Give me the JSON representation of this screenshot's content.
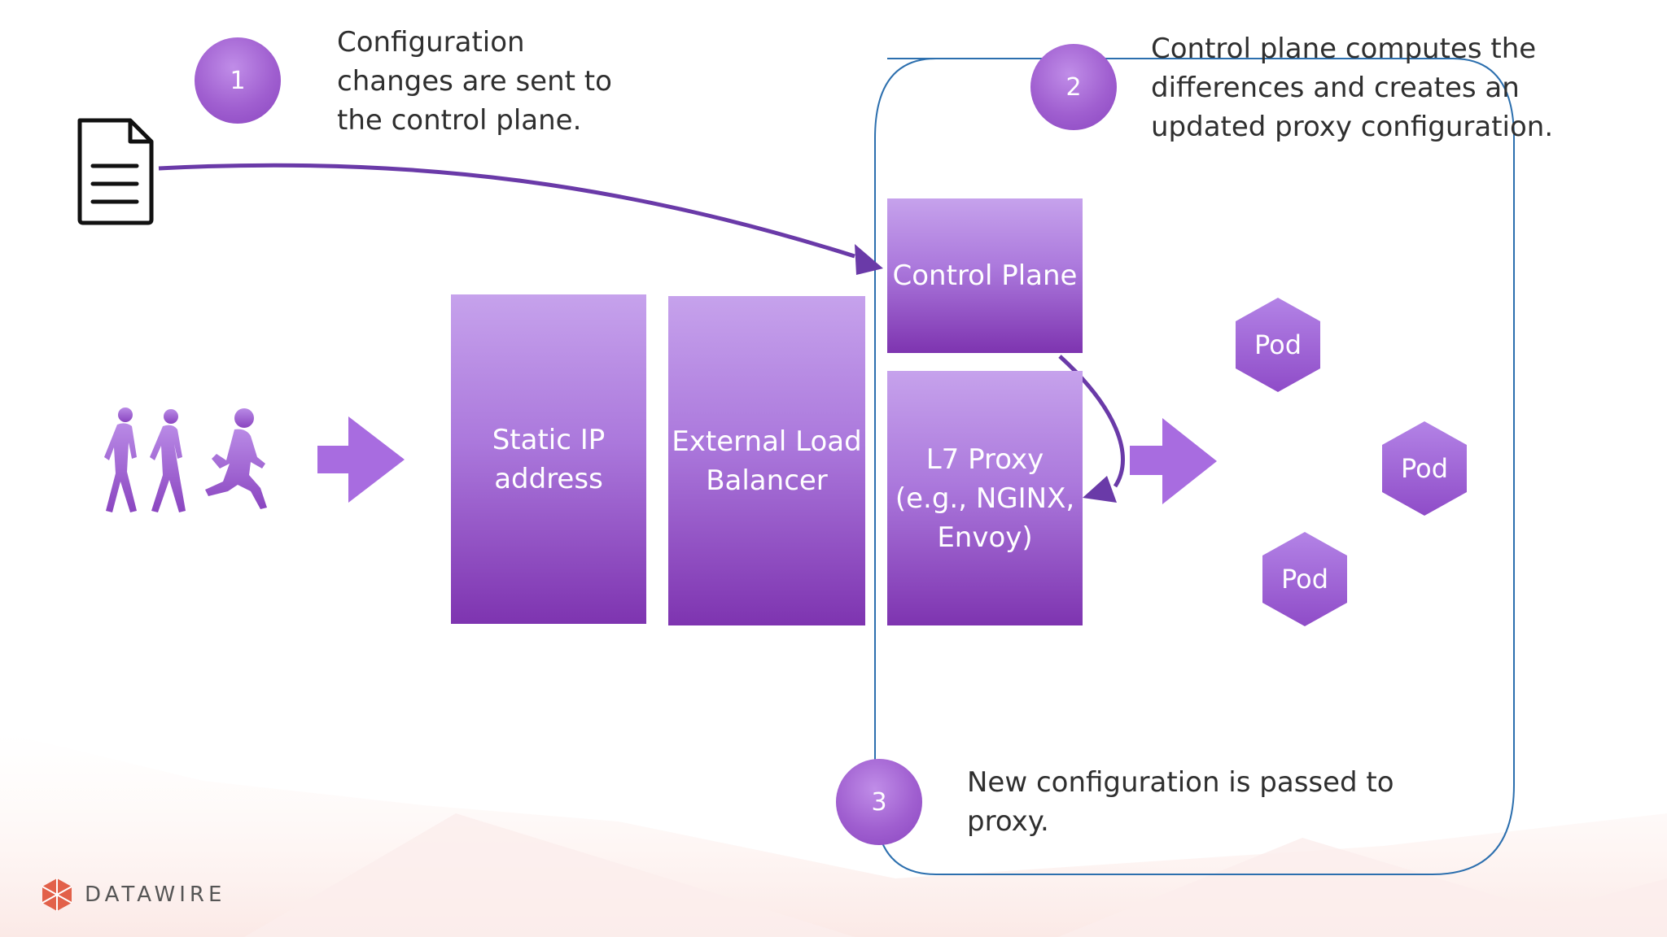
{
  "steps": [
    {
      "number": "1",
      "text": "Configuration\nchanges are sent to\nthe control plane."
    },
    {
      "number": "2",
      "text": "Control plane computes the\ndifferences and creates an\nupdated proxy configuration."
    },
    {
      "number": "3",
      "text": "New configuration is passed to\nproxy."
    }
  ],
  "boxes": {
    "static_ip": "Static IP\naddress",
    "load_balancer": "External Load\nBalancer",
    "control_plane": "Control Plane",
    "proxy": "L7 Proxy\n(e.g., NGINX,\nEnvoy)"
  },
  "pods": [
    "Pod",
    "Pod",
    "Pod"
  ],
  "brand": {
    "name": "DATAWIRE"
  },
  "icons": [
    "document-icon",
    "people-walking-icon",
    "arrow-right-icon",
    "datawire-logo-icon"
  ],
  "colors": {
    "purple_light": "#c6a2ec",
    "purple_dark": "#7e34b0",
    "cluster_outline": "#2c6fae",
    "arrow": "#6a3aa8"
  }
}
